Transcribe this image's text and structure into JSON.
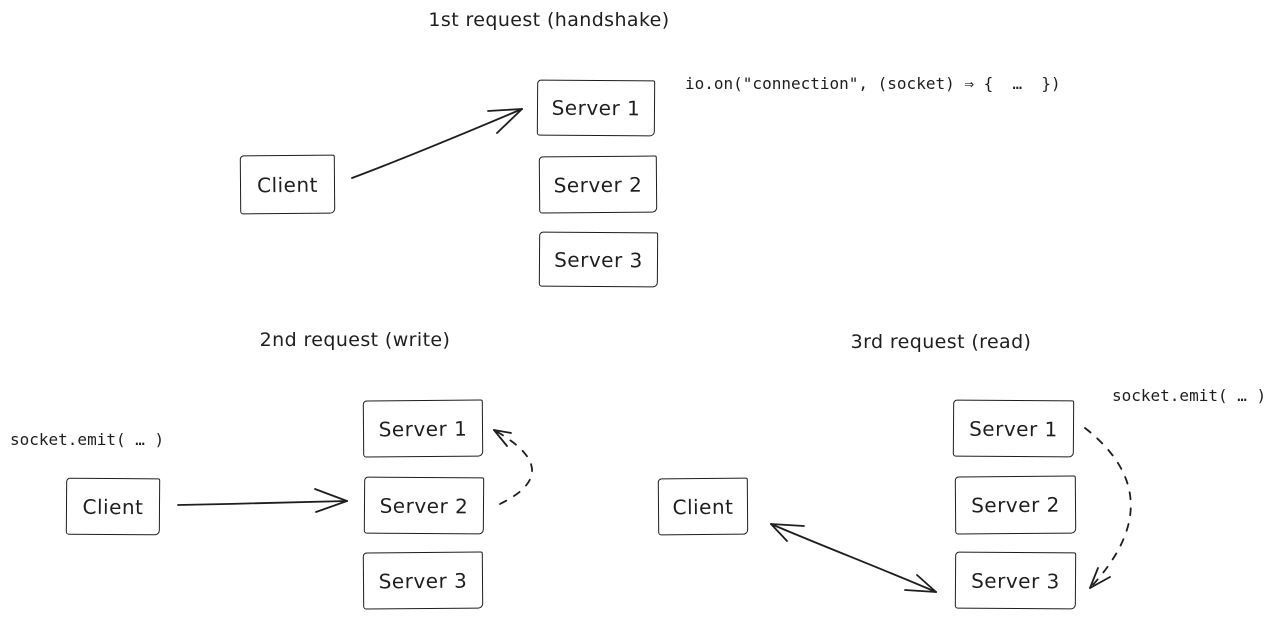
{
  "canvas": {
    "background": "#ffffff",
    "stroke": "#1e1e1e"
  },
  "panel_handshake": {
    "title": "1st request (handshake)",
    "code_annotation": "io.on(\"connection\", (socket) ⇒ {  …  })",
    "client_label": "Client",
    "servers": [
      "Server 1",
      "Server 2",
      "Server 3"
    ],
    "arrows": [
      {
        "from": "Client",
        "to": "Server 1",
        "style": "solid",
        "bidirectional": false
      }
    ]
  },
  "panel_write": {
    "title": "2nd request (write)",
    "code_annotation": "socket.emit( … )",
    "client_label": "Client",
    "servers": [
      "Server 1",
      "Server 2",
      "Server 3"
    ],
    "arrows": [
      {
        "from": "Client",
        "to": "Server 2",
        "style": "solid",
        "bidirectional": false
      },
      {
        "from": "Server 2",
        "to": "Server 1",
        "style": "dashed",
        "bidirectional": false
      }
    ]
  },
  "panel_read": {
    "title": "3rd request (read)",
    "code_annotation": "socket.emit( … )",
    "client_label": "Client",
    "servers": [
      "Server 1",
      "Server 2",
      "Server 3"
    ],
    "arrows": [
      {
        "from": "Server 3",
        "to": "Client",
        "style": "solid",
        "bidirectional": true
      },
      {
        "from": "Server 1",
        "to": "Server 3",
        "style": "dashed",
        "bidirectional": false
      }
    ]
  }
}
